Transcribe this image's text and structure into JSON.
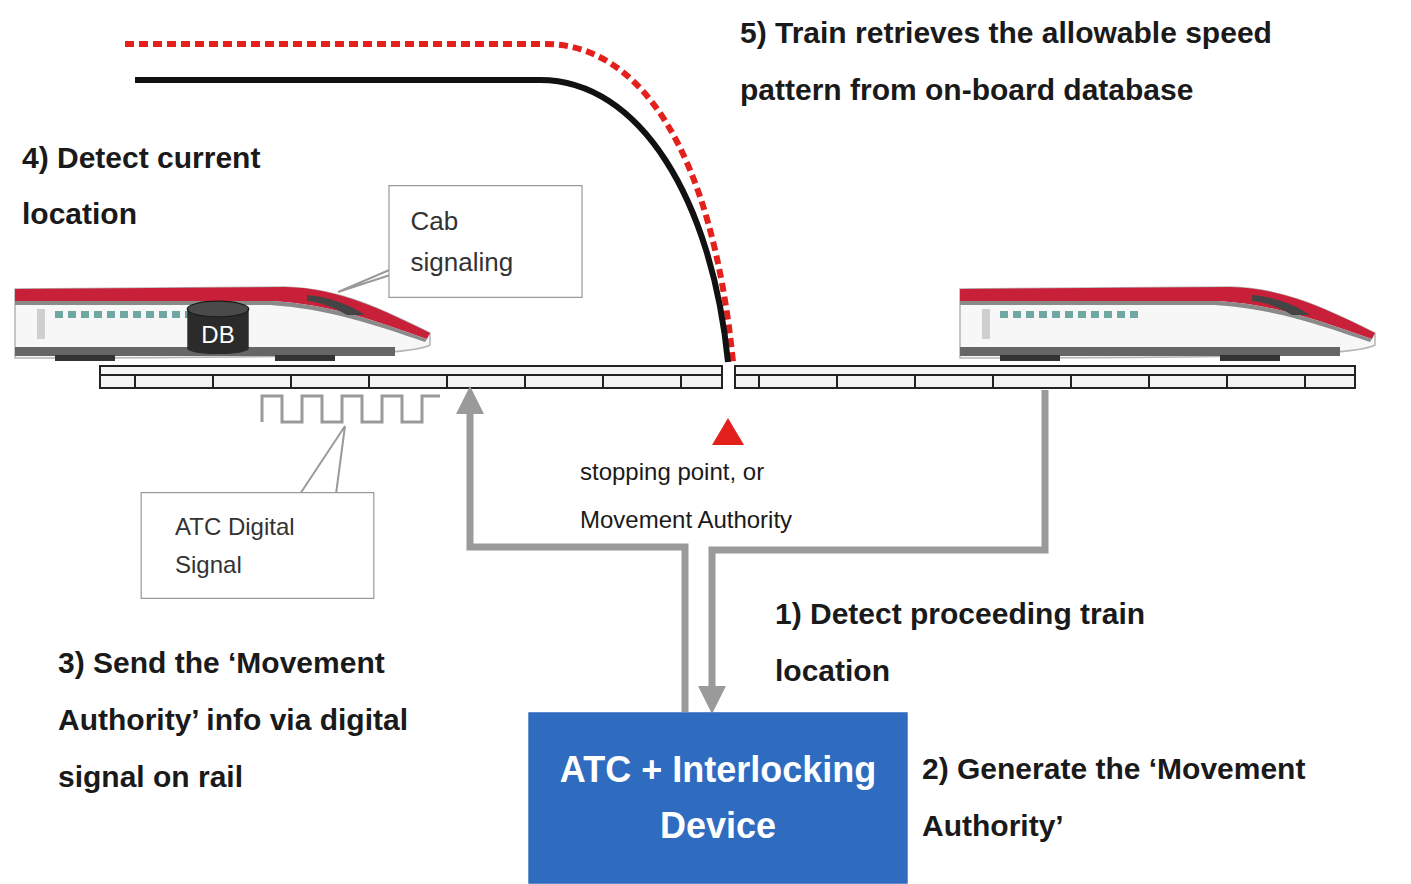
{
  "diagram": {
    "nodes": [
      {
        "text": [
          "Cab signaling"
        ]
      },
      {
        "text": [
          "DB"
        ]
      },
      {
        "text": [
          "ATC Digital Signal"
        ]
      },
      {
        "text": [
          "ATC + Interlocking Device"
        ]
      }
    ],
    "labels": [
      "5) Train retrieves the allowable speed pattern from on-board database",
      "4) Detect current location",
      "stopping point, or Movement Authority",
      "1) Detect proceeding train location",
      "3) Send the ‘Movement Authority’ info via digital signal on rail",
      "2) Generate the ‘Movement Authority’"
    ]
  }
}
